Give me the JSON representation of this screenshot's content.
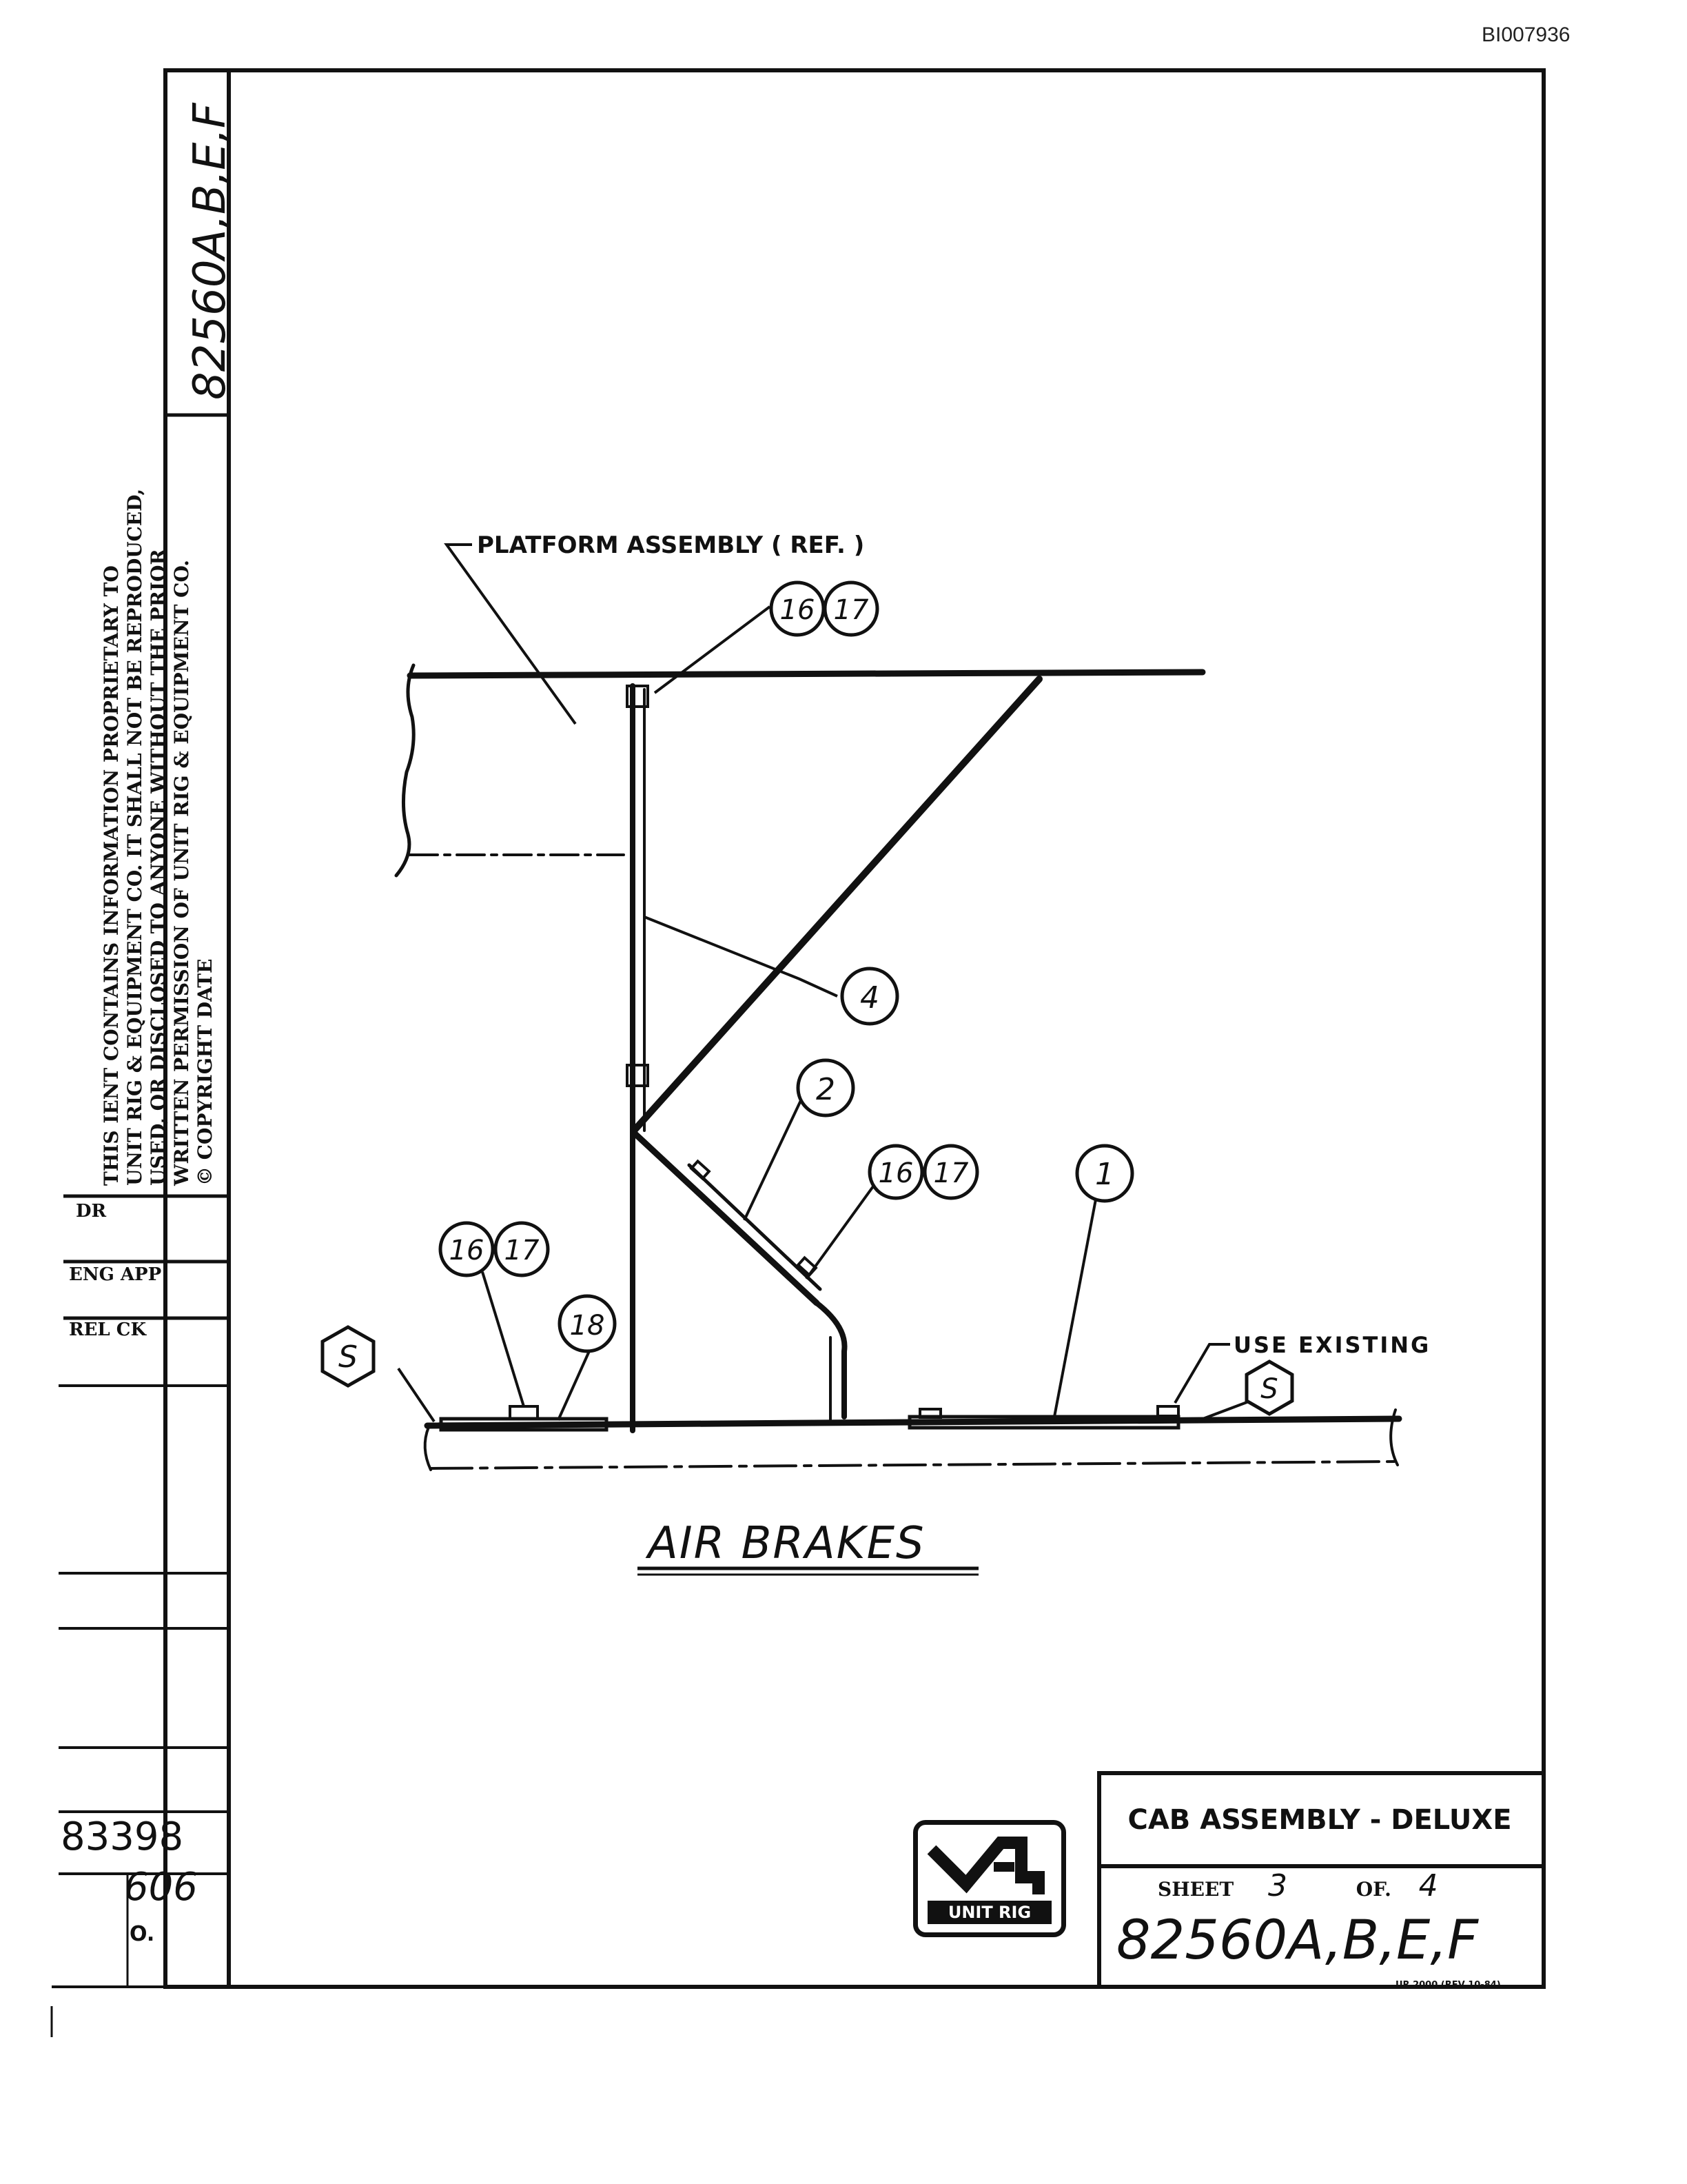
{
  "header": {
    "doc_id": "BI007936"
  },
  "side_strip": {
    "vertical_drawing_number": "82560A,B,E,F",
    "notice_lines": [
      "THIS        IENT CONTAINS INFORMATION PROPRIETARY TO",
      "UNIT RIG & EQUIPMENT CO. IT SHALL NOT BE REPRODUCED,",
      "USED,  OR DISCLOSED TO ANYONE WITHOUT THE PRIOR",
      "WRITTEN PERMISSION OF UNIT RIG & EQUIPMENT CO.",
      "© COPYRIGHT DATE"
    ],
    "fields": {
      "dr": "DR",
      "eng_app": "ENG APP",
      "rel_ck": "REL CK"
    },
    "number_a": "83398",
    "number_b": "606",
    "number_c": "O."
  },
  "drawing": {
    "platform_label": "PLATFORM  ASSEMBLY ( REF. )",
    "use_existing_label": "USE  EXISTING",
    "title": "AIR  BRAKES",
    "balloons": {
      "b16_top": "16",
      "b17_top": "17",
      "b4": "4",
      "b2": "2",
      "b16_mid": "16",
      "b17_mid": "17",
      "b1": "1",
      "b16_left": "16",
      "b17_left": "17",
      "b18": "18",
      "s_left": "S",
      "s_right": "S"
    }
  },
  "title_block": {
    "title": "CAB ASSEMBLY - DELUXE",
    "sheet_label": "SHEET",
    "sheet_value": "3",
    "of_label": "OF.",
    "of_value": "4",
    "drawing_number": "82560A,B,E,F",
    "logo_text": "UNIT RIG",
    "form_number": "UR 2000 (REV 10-84)"
  }
}
